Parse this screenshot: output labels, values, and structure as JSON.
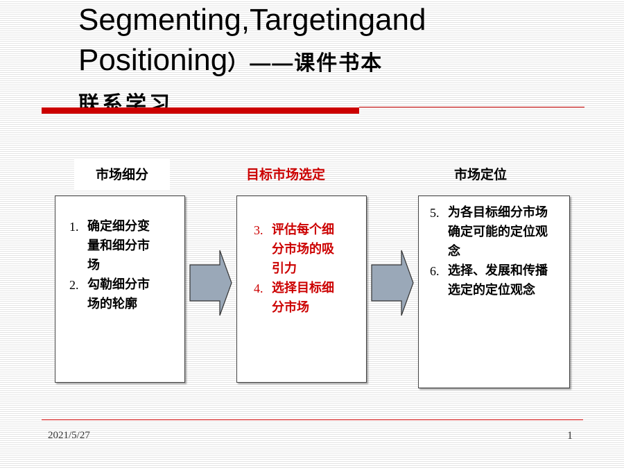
{
  "slide": {
    "title_line1": "Segmenting,Targetingand",
    "title_line2_en": "Positioning",
    "title_line2_cn": "）——课件书本",
    "title_line3": "联系学习"
  },
  "columns": [
    {
      "label": "市场细分",
      "items": [
        {
          "num": "1.",
          "text": "确定细分变量和细分市场"
        },
        {
          "num": "2.",
          "text": "勾勒细分市场的轮廓"
        }
      ]
    },
    {
      "label": "目标市场选定",
      "items": [
        {
          "num": "3.",
          "text": "评估每个细分市场的吸引力"
        },
        {
          "num": "4.",
          "text": "选择目标细分市场"
        }
      ]
    },
    {
      "label": "市场定位",
      "items": [
        {
          "num": "5.",
          "text": "为各目标细分市场确定可能的定位观念"
        },
        {
          "num": "6.",
          "text": "选择、发展和传播选定的定位观念"
        }
      ]
    }
  ],
  "footer": {
    "date": "2021/5/27",
    "page": "1"
  },
  "colors": {
    "accent": "#cc0000",
    "arrow_fill": "#9aa8b8"
  },
  "icons": [
    "right-arrow-icon",
    "right-arrow-icon"
  ]
}
